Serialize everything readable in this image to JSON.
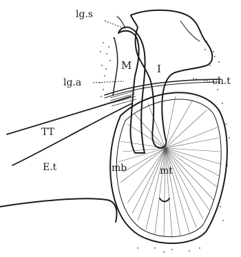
{
  "figure": {
    "labels": {
      "lgs": "lg.s",
      "m": "M",
      "i": "I",
      "lga": "lg.a",
      "cht": "ch.t",
      "tt": "TT",
      "et": "E.t",
      "mb": "mb",
      "mt": "mt"
    }
  }
}
